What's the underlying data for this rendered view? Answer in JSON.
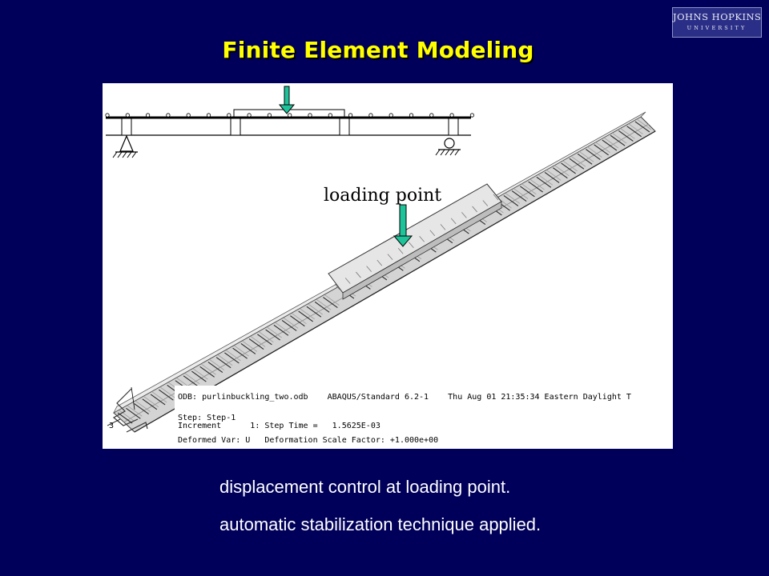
{
  "logo": {
    "line1": "JOHNS HOPKINS",
    "line2": "UNIVERSITY"
  },
  "title": "Finite Element Modeling",
  "figure": {
    "loading_label": "loading point",
    "info": {
      "line1": "ODB: purlinbuckling_two.odb    ABAQUS/Standard 6.2-1    Thu Aug 01 21:35:34 Eastern Daylight T",
      "line2": "Step: Step-1",
      "line3": "Increment      1: Step Time =   1.5625E-03",
      "line4": "Deformed Var: U   Deformation Scale Factor: +1.000e+00"
    },
    "axis_label": "3",
    "colors": {
      "arrow": "#1ec39a",
      "beam": "#d4d4d4",
      "deck": "#e0e0e0"
    }
  },
  "bullets": [
    "displacement control at loading point.",
    "automatic stabilization technique applied."
  ]
}
